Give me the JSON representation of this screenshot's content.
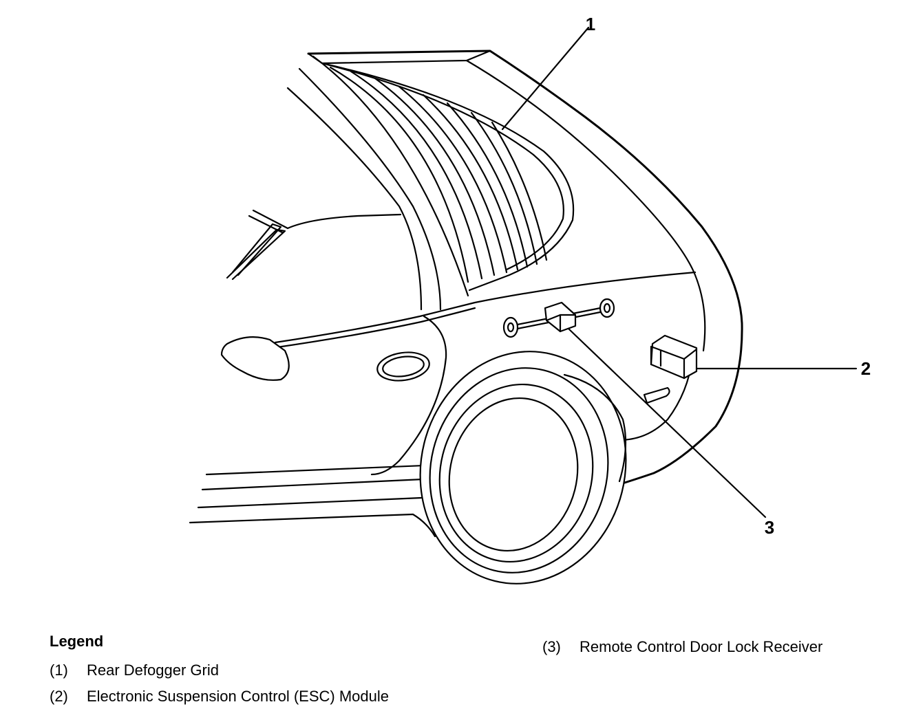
{
  "callouts": [
    {
      "number": "1",
      "component": "rear-defogger-grid"
    },
    {
      "number": "2",
      "component": "esc-module"
    },
    {
      "number": "3",
      "component": "remote-control-door-lock-receiver"
    }
  ],
  "legend": {
    "title": "Legend",
    "items": [
      {
        "number": "(1)",
        "label": "Rear Defogger Grid"
      },
      {
        "number": "(2)",
        "label": "Electronic Suspension Control (ESC) Module"
      },
      {
        "number": "(3)",
        "label": "Remote Control Door Lock Receiver"
      }
    ]
  }
}
